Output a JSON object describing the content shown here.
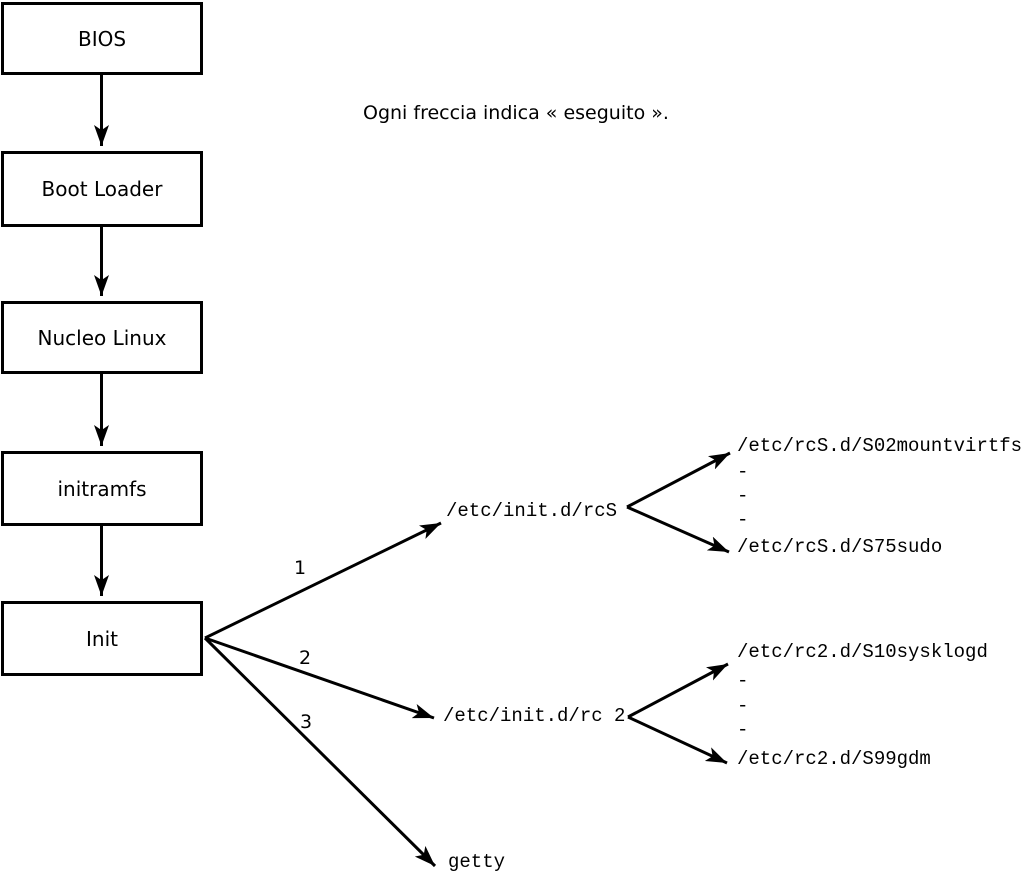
{
  "note": "Ogni freccia indica « eseguito ».",
  "flow": [
    {
      "label": "BIOS"
    },
    {
      "label": "Boot Loader"
    },
    {
      "label": "Nucleo Linux"
    },
    {
      "label": "initramfs"
    },
    {
      "label": "Init"
    }
  ],
  "init_branches": [
    {
      "number": "1",
      "target": "/etc/init.d/rcS"
    },
    {
      "number": "2",
      "target": "/etc/init.d/rc 2"
    },
    {
      "number": "3",
      "target": "getty"
    }
  ],
  "rcS_fan": {
    "first": "/etc/rcS.d/S02mountvirtfs",
    "dash1": "-",
    "dash2": "-",
    "dash3": "-",
    "last": "/etc/rcS.d/S75sudo"
  },
  "rc2_fan": {
    "first": "/etc/rc2.d/S10sysklogd",
    "dash1": "-",
    "dash2": "-",
    "dash3": "-",
    "last": "/etc/rc2.d/S99gdm"
  }
}
